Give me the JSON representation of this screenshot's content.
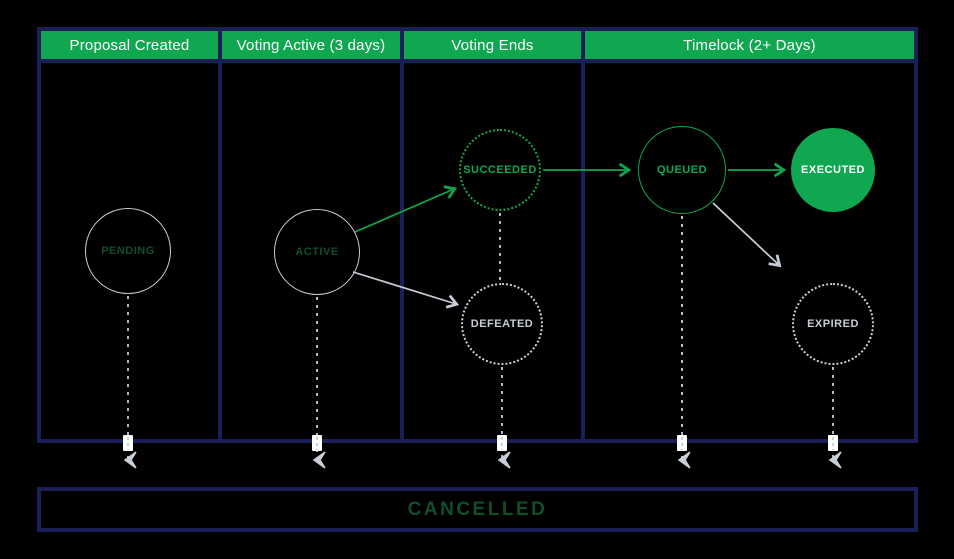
{
  "lanes": [
    {
      "label": "Proposal Created"
    },
    {
      "label": "Voting Active (3 days)"
    },
    {
      "label": "Voting Ends"
    },
    {
      "label": "Timelock (2+ Days)"
    }
  ],
  "nodes": [
    {
      "id": "pending",
      "label": "PENDING",
      "style": "solid-gray-border-dark-green-text"
    },
    {
      "id": "active",
      "label": "ACTIVE",
      "style": "solid-gray-border-dark-green-text"
    },
    {
      "id": "succeeded",
      "label": "SUCCEEDED",
      "style": "dotted-green-border-green-text"
    },
    {
      "id": "defeated",
      "label": "DEFEATED",
      "style": "dotted-gray-border-gray-text"
    },
    {
      "id": "queued",
      "label": "QUEUED",
      "style": "solid-green-border-green-text"
    },
    {
      "id": "executed",
      "label": "EXECUTED",
      "style": "filled-green-white-text"
    },
    {
      "id": "expired",
      "label": "EXPIRED",
      "style": "dotted-gray-border-gray-text"
    }
  ],
  "cancelled_bar": {
    "label": "CANCELLED"
  },
  "edges": [
    {
      "from": "ACTIVE",
      "to": "SUCCEEDED",
      "style": "solid-green-arrow"
    },
    {
      "from": "ACTIVE",
      "to": "DEFEATED",
      "style": "solid-gray-arrow"
    },
    {
      "from": "SUCCEEDED",
      "to": "QUEUED",
      "style": "solid-green-arrow"
    },
    {
      "from": "QUEUED",
      "to": "EXECUTED",
      "style": "solid-green-arrow"
    },
    {
      "from": "QUEUED",
      "to": "EXPIRED",
      "style": "solid-gray-arrow"
    },
    {
      "from": "SUCCEEDED",
      "to": "DEFEATED",
      "style": "dashed-gray"
    },
    {
      "from": "PENDING",
      "to": "CANCELLED",
      "style": "dashed-gray-arrow-through-gate"
    },
    {
      "from": "ACTIVE",
      "to": "CANCELLED",
      "style": "dashed-gray-arrow-through-gate"
    },
    {
      "from": "DEFEATED",
      "to": "CANCELLED",
      "style": "dashed-gray-arrow-through-gate"
    },
    {
      "from": "QUEUED",
      "to": "CANCELLED",
      "style": "dashed-gray-arrow-through-gate"
    },
    {
      "from": "EXPIRED",
      "to": "CANCELLED",
      "style": "dashed-gray-arrow-through-gate"
    }
  ],
  "colors": {
    "background": "#000000",
    "green": "#0FA750",
    "navy_border": "#1A2055",
    "dark_green_text": "#104D2B",
    "light_gray": "#C8CDD6",
    "white": "#FFFFFF"
  }
}
